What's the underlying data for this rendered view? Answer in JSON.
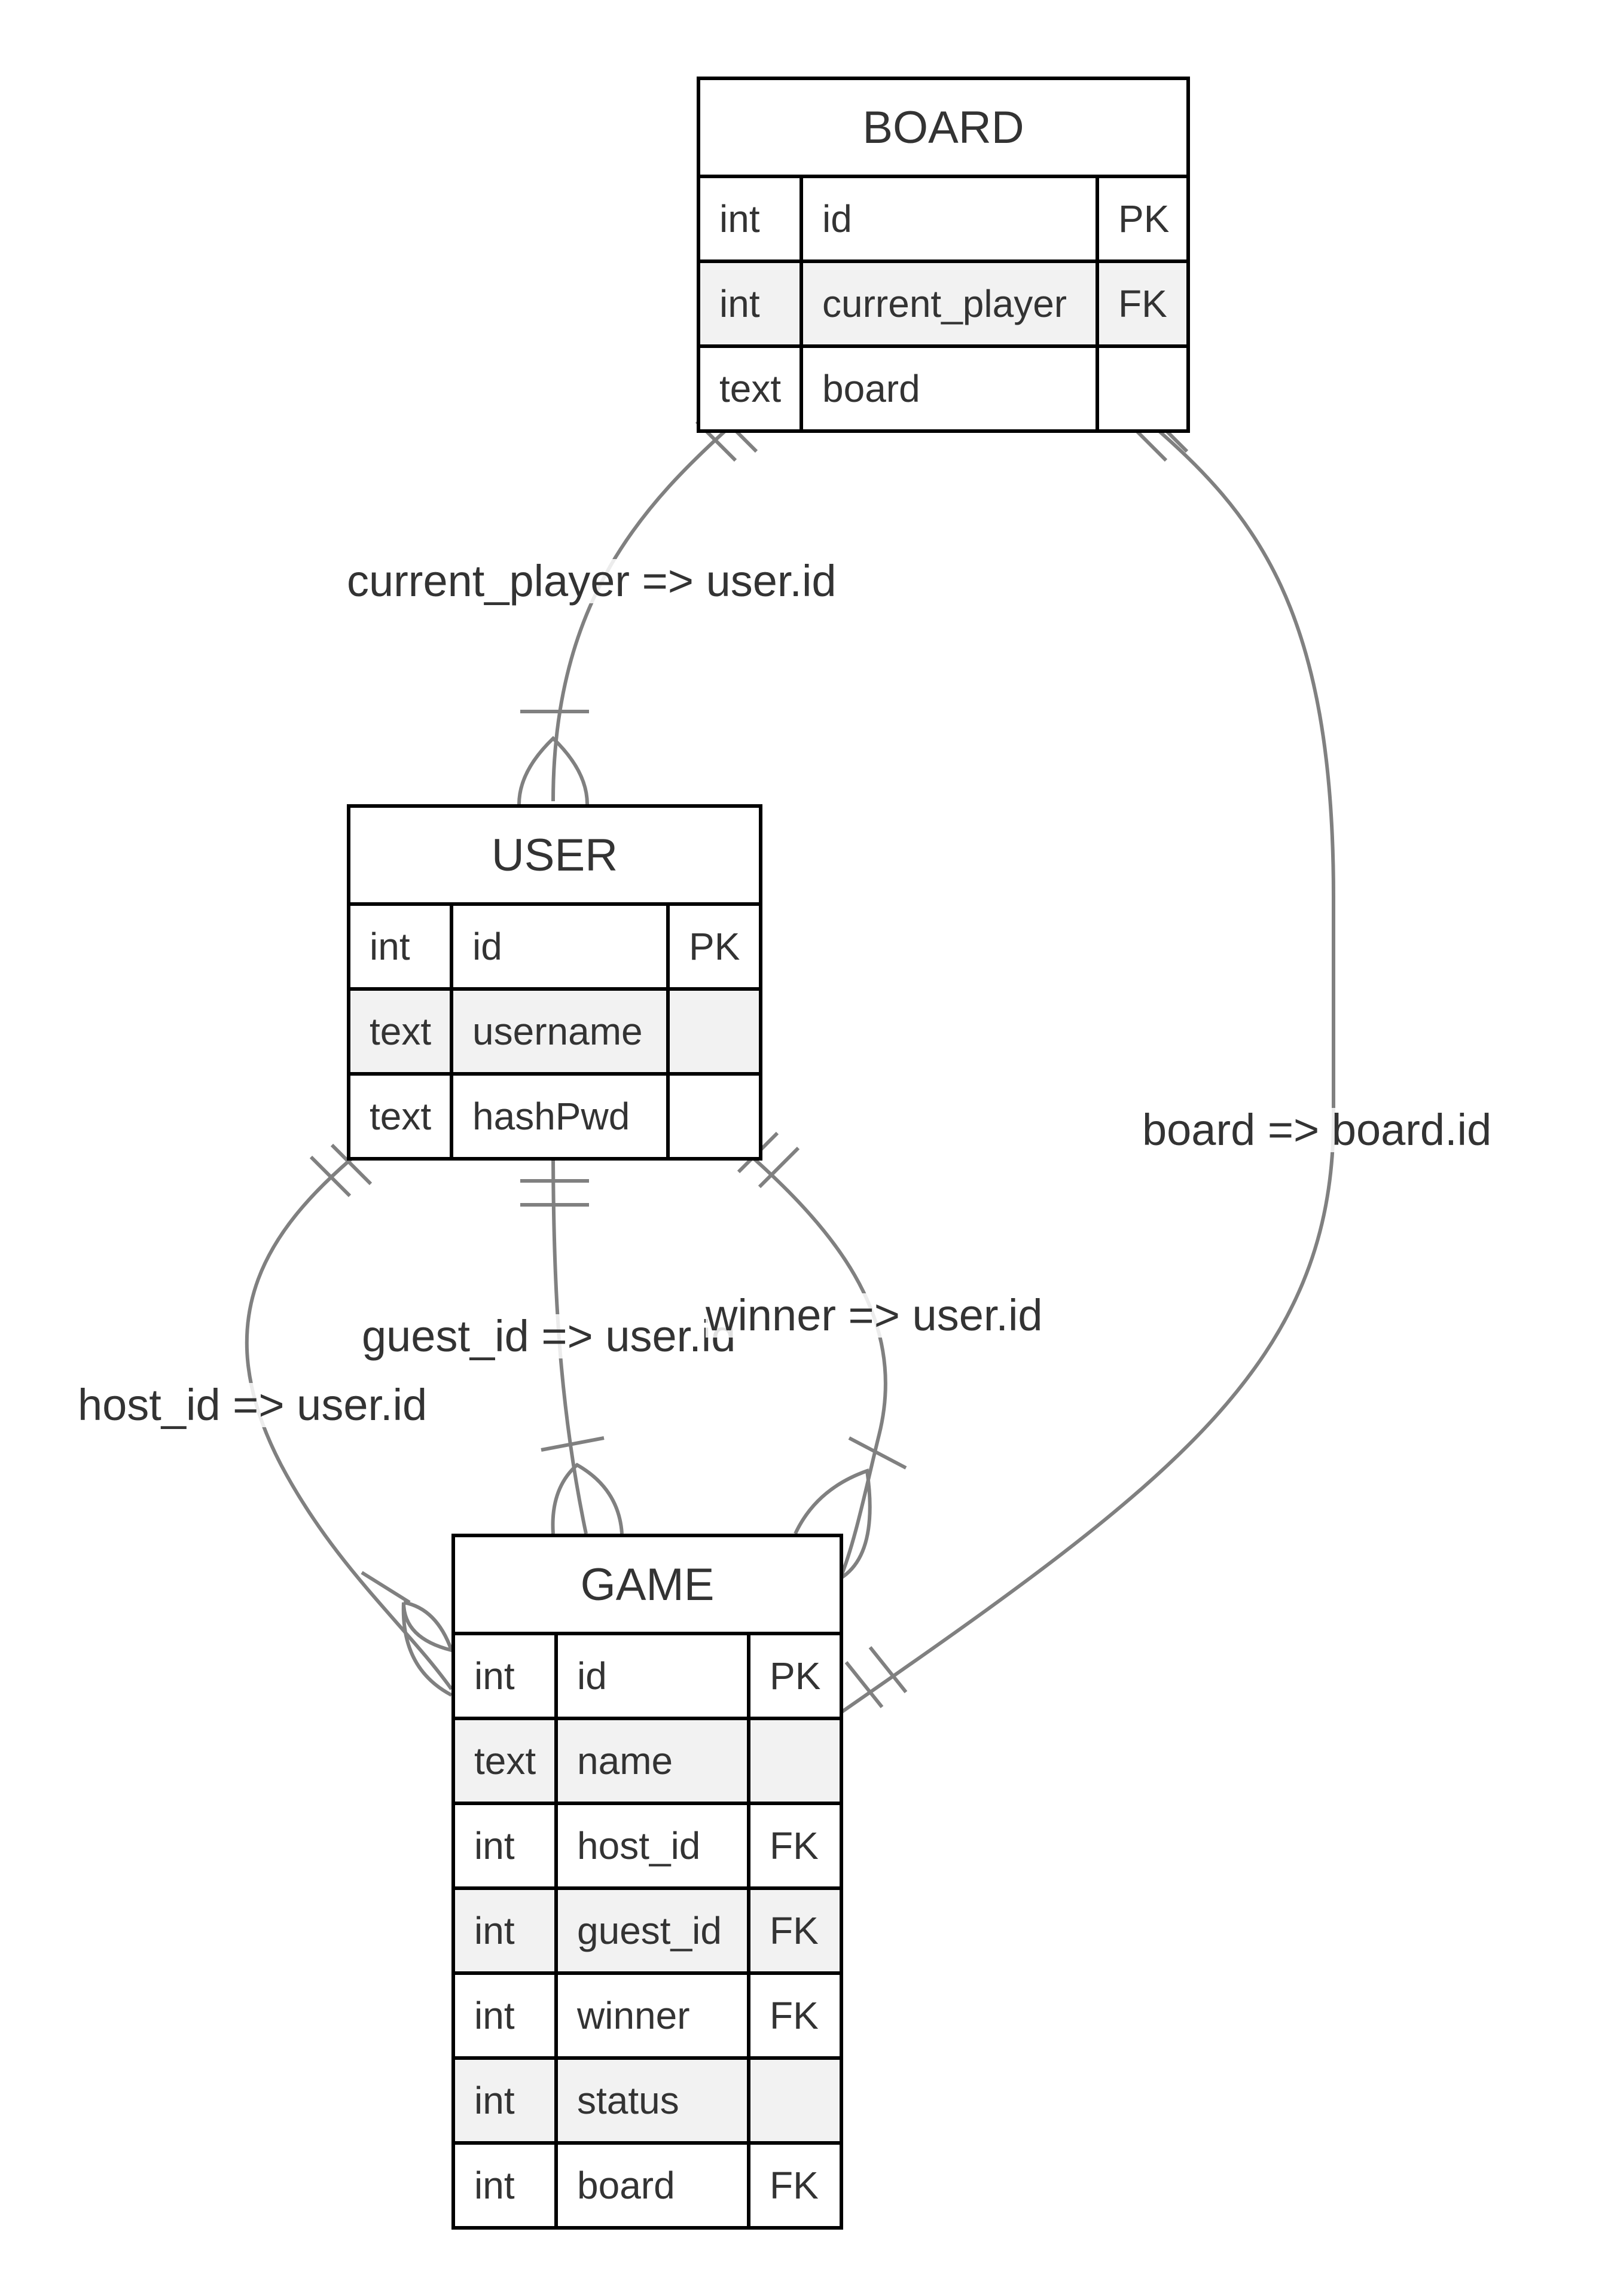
{
  "colors": {
    "line": "#808080",
    "border": "#000000",
    "shade": "#f2f2f2",
    "text": "#333333"
  },
  "entities": {
    "board": {
      "name": "BOARD",
      "rows": [
        {
          "type": "int",
          "name": "id",
          "key": "PK"
        },
        {
          "type": "int",
          "name": "current_player",
          "key": "FK"
        },
        {
          "type": "text",
          "name": "board",
          "key": ""
        }
      ]
    },
    "user": {
      "name": "USER",
      "rows": [
        {
          "type": "int",
          "name": "id",
          "key": "PK"
        },
        {
          "type": "text",
          "name": "username",
          "key": ""
        },
        {
          "type": "text",
          "name": "hashPwd",
          "key": ""
        }
      ]
    },
    "game": {
      "name": "GAME",
      "rows": [
        {
          "type": "int",
          "name": "id",
          "key": "PK"
        },
        {
          "type": "text",
          "name": "name",
          "key": ""
        },
        {
          "type": "int",
          "name": "host_id",
          "key": "FK"
        },
        {
          "type": "int",
          "name": "guest_id",
          "key": "FK"
        },
        {
          "type": "int",
          "name": "winner",
          "key": "FK"
        },
        {
          "type": "int",
          "name": "status",
          "key": ""
        },
        {
          "type": "int",
          "name": "board",
          "key": "FK"
        }
      ]
    }
  },
  "relationships": {
    "current_player": {
      "label": "current_player => user.id"
    },
    "board": {
      "label": "board => board.id"
    },
    "host": {
      "label": "host_id => user.id"
    },
    "guest": {
      "label": "guest_id => user.id"
    },
    "winner": {
      "label": "winner => user.id"
    }
  }
}
